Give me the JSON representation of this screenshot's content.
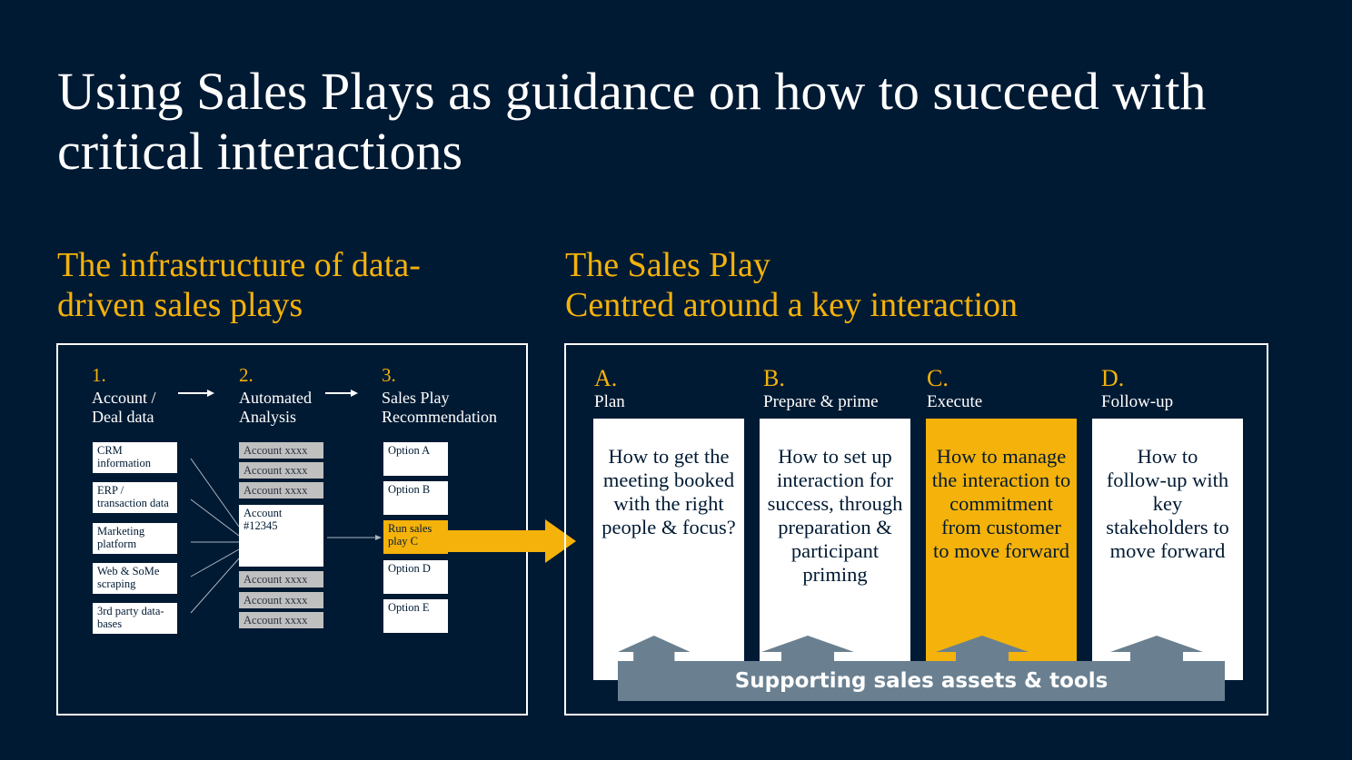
{
  "title": "Using Sales Plays as guidance on how to succeed with critical interactions",
  "left": {
    "heading": "The infrastructure of data-driven sales plays",
    "steps": [
      {
        "number": "1.",
        "label": "Account / Deal data"
      },
      {
        "number": "2.",
        "label": "Automated Analysis"
      },
      {
        "number": "3.",
        "label": "Sales Play Recommendation"
      }
    ],
    "sources": [
      "CRM information",
      "ERP / transaction data",
      "Marketing platform",
      "Web & SoMe scraping",
      "3rd party data-bases"
    ],
    "accounts_top": [
      "Account xxxx",
      "Account xxxx",
      "Account xxxx"
    ],
    "account_focus": "Account #12345",
    "accounts_bottom": [
      "Account xxxx",
      "Account xxxx",
      "Account xxxx"
    ],
    "options": [
      "Option A",
      "Option B",
      "Run sales play C",
      "Option D",
      "Option E"
    ],
    "highlighted_option_index": 2
  },
  "right": {
    "heading_line1": "The Sales Play",
    "heading_line2": "Centred around a key interaction",
    "phases": [
      {
        "letter": "A.",
        "name": "Plan",
        "description": "How to get the meeting booked with the right people & focus?",
        "highlight": false
      },
      {
        "letter": "B.",
        "name": "Prepare & prime",
        "description": "How to set up interaction for success, through preparation & participant priming",
        "highlight": false
      },
      {
        "letter": "C.",
        "name": "Execute",
        "description": "How to manage the interaction to commitment from customer to move forward",
        "highlight": true
      },
      {
        "letter": "D.",
        "name": "Follow-up",
        "description": "How to follow-up with key stakeholders to move forward",
        "highlight": false
      }
    ],
    "support_bar": "Supporting sales assets & tools"
  },
  "colors": {
    "background": "#001a33",
    "accent": "#f5b20a",
    "support": "#6a8090",
    "grey_box": "#c0c0c0"
  }
}
